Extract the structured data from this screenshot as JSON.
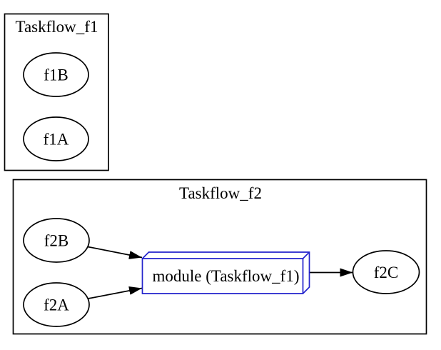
{
  "diagram": {
    "type": "graphviz-flow-diagram",
    "clusters": {
      "f1": {
        "label": "Taskflow_f1"
      },
      "f2": {
        "label": "Taskflow_f2"
      }
    },
    "nodes": {
      "f1B": {
        "label": "f1B",
        "shape": "ellipse"
      },
      "f1A": {
        "label": "f1A",
        "shape": "ellipse"
      },
      "f2B": {
        "label": "f2B",
        "shape": "ellipse"
      },
      "f2A": {
        "label": "f2A",
        "shape": "ellipse"
      },
      "module": {
        "label": "module (Taskflow_f1)",
        "shape": "box3d"
      },
      "f2C": {
        "label": "f2C",
        "shape": "ellipse"
      }
    },
    "edges": [
      {
        "from": "f2B",
        "to": "module (Taskflow_f1)"
      },
      {
        "from": "f2A",
        "to": "module (Taskflow_f1)"
      },
      {
        "from": "module (Taskflow_f1)",
        "to": "f2C"
      }
    ],
    "colors": {
      "background": "#ffffff",
      "node_stroke": "#000000",
      "module_stroke": "#2222cc",
      "text": "#000000",
      "edge": "#000000"
    }
  }
}
